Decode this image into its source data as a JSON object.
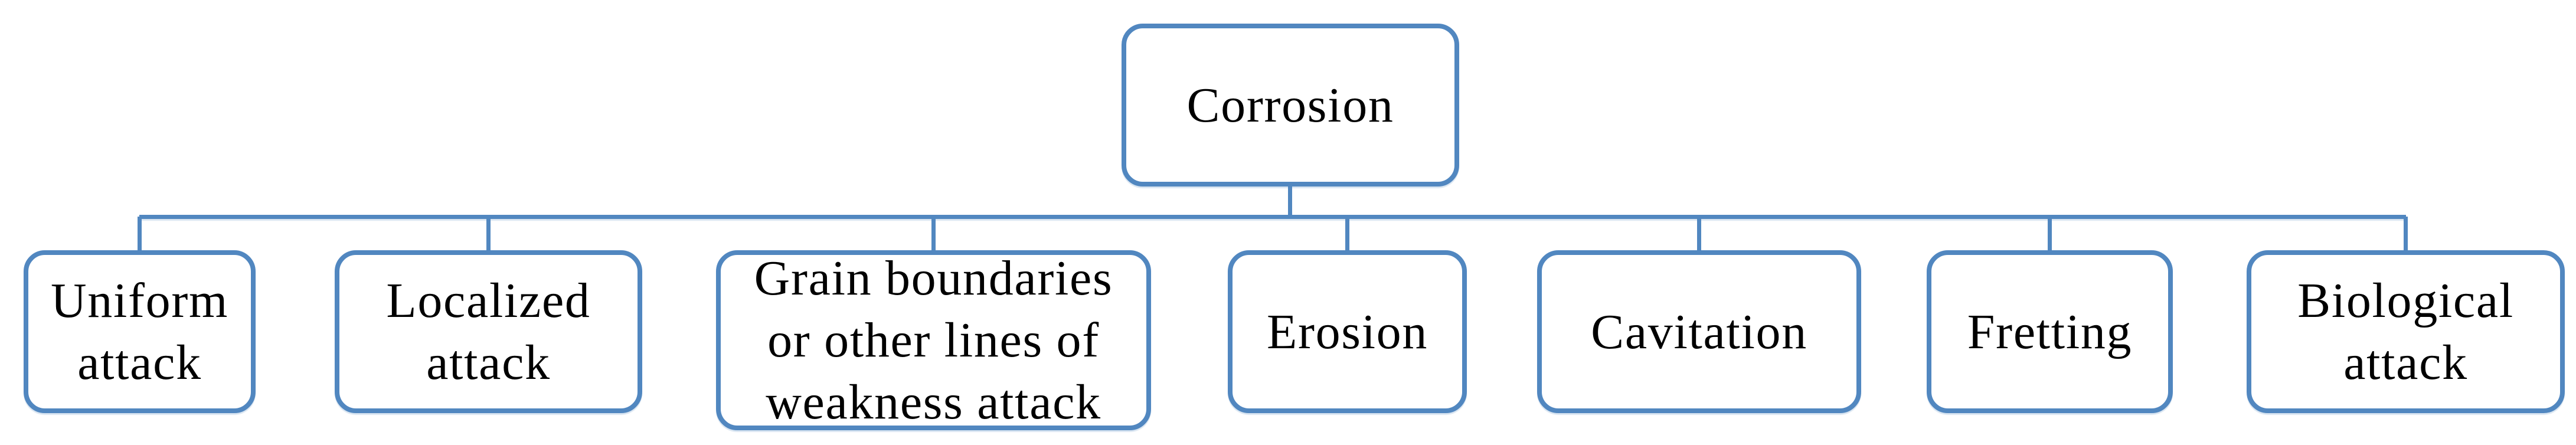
{
  "diagram": {
    "accent_color": "#5187c0",
    "text_color": "#000000",
    "background_color": "#ffffff",
    "root": {
      "label": "Corrosion"
    },
    "children": [
      {
        "label": "Uniform attack"
      },
      {
        "label": "Localized attack"
      },
      {
        "label": "Grain boundaries or other lines of weakness attack"
      },
      {
        "label": "Erosion"
      },
      {
        "label": "Cavitation"
      },
      {
        "label": "Fretting"
      },
      {
        "label": "Biological attack"
      }
    ]
  }
}
